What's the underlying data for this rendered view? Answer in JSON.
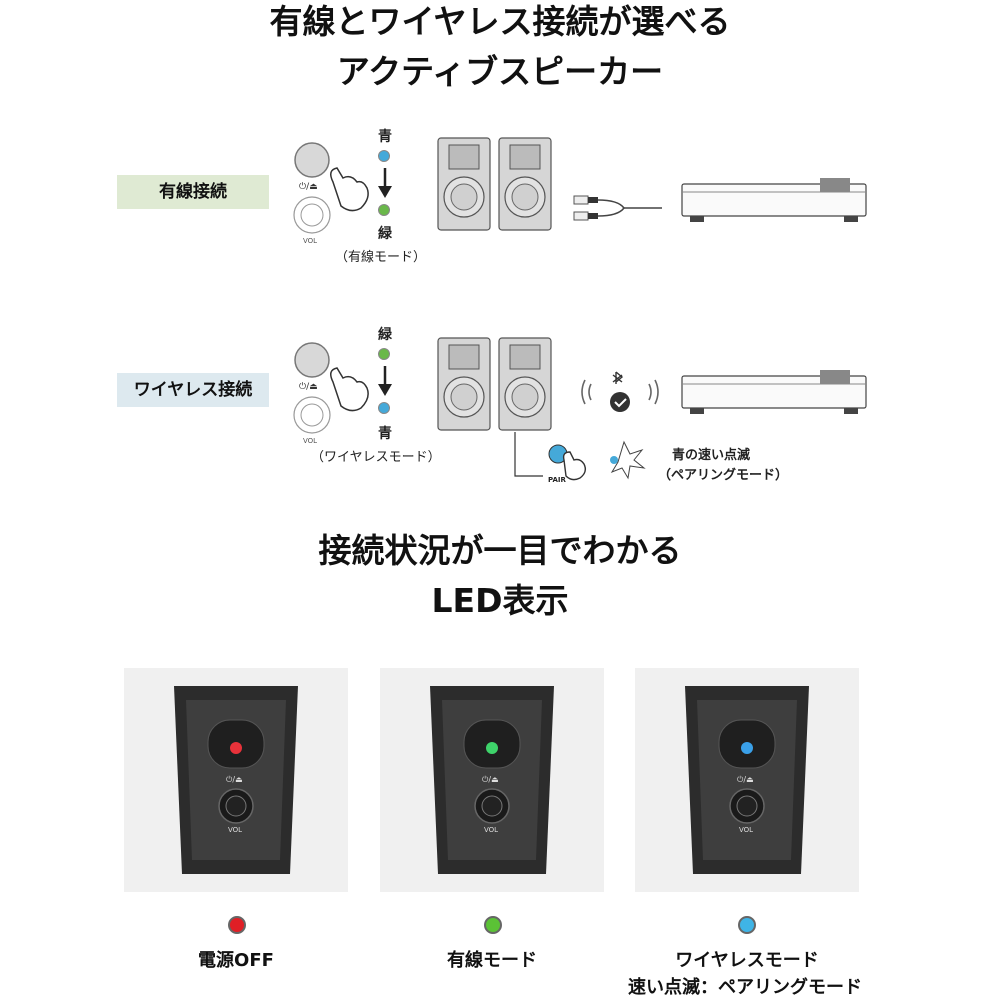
{
  "headline": {
    "line1": "有線とワイヤレス接続が選べる",
    "line2": "アクティブスピーカー"
  },
  "wired": {
    "label": "有線接続",
    "from_color": "青",
    "to_color": "緑",
    "mode_caption": "（有線モード）",
    "vol_text": "VOL",
    "led_from": "#45a9d9",
    "led_to": "#6ab84a"
  },
  "wireless": {
    "label": "ワイヤレス接続",
    "from_color": "緑",
    "to_color": "青",
    "mode_caption": "（ワイヤレスモード）",
    "vol_text": "VOL",
    "led_from": "#6ab84a",
    "led_to": "#45a9d9",
    "pair_label": "PAIR",
    "blink_line1": "青の速い点滅",
    "blink_line2": "（ペアリングモード）"
  },
  "subheadline": {
    "line1": "接続状況が一目でわかる",
    "line2": "LED表示"
  },
  "led_panels": [
    {
      "led_color": "#e8323a",
      "status_dot": "#e01f26",
      "label1": "電源OFF",
      "label2": "",
      "vol_text": "VOL"
    },
    {
      "led_color": "#3ed36a",
      "status_dot": "#5bc236",
      "label1": "有線モード",
      "label2": "",
      "vol_text": "VOL"
    },
    {
      "led_color": "#3aa0e8",
      "status_dot": "#3fb4e6",
      "label1": "ワイヤレスモード",
      "label2": "速い点滅：ペアリングモード",
      "vol_text": "VOL"
    }
  ]
}
